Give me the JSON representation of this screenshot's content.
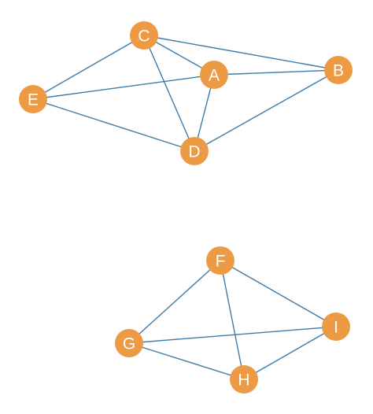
{
  "colors": {
    "node_fill": "#ED9A45",
    "edge_stroke": "#3D7CA8",
    "label_text": "#ffffff",
    "background": "#ffffff"
  },
  "graph": {
    "nodes": [
      {
        "id": "A",
        "label": "A"
      },
      {
        "id": "B",
        "label": "B"
      },
      {
        "id": "C",
        "label": "C"
      },
      {
        "id": "D",
        "label": "D"
      },
      {
        "id": "E",
        "label": "E"
      },
      {
        "id": "F",
        "label": "F"
      },
      {
        "id": "G",
        "label": "G"
      },
      {
        "id": "H",
        "label": "H"
      },
      {
        "id": "I",
        "label": "I"
      }
    ],
    "edges": [
      [
        "C",
        "B"
      ],
      [
        "C",
        "A"
      ],
      [
        "C",
        "E"
      ],
      [
        "C",
        "D"
      ],
      [
        "A",
        "B"
      ],
      [
        "A",
        "E"
      ],
      [
        "A",
        "D"
      ],
      [
        "E",
        "D"
      ],
      [
        "D",
        "B"
      ],
      [
        "F",
        "I"
      ],
      [
        "F",
        "G"
      ],
      [
        "F",
        "H"
      ],
      [
        "G",
        "I"
      ],
      [
        "G",
        "H"
      ],
      [
        "H",
        "I"
      ]
    ]
  }
}
